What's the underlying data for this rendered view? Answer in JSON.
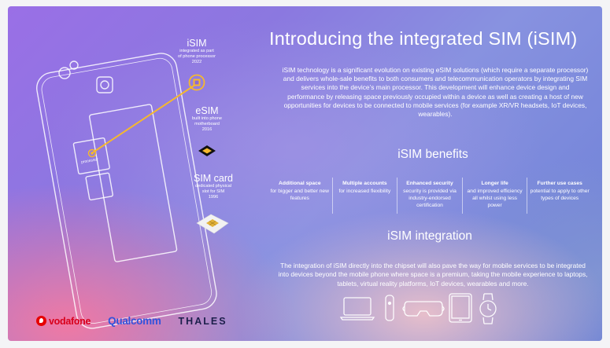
{
  "title": "Introducing the integrated SIM (iSIM)",
  "intro": "iSIM technology is a significant evolution on existing eSIM solutions (which require a separate processor) and delivers whole-sale benefits to both consumers and telecommunication operators by integrating SIM services into the device’s main processor. This development will enhance device design and performance by releasing space previously occupied within a device as well as creating a host of new opportunities for devices to be connected to mobile services (for example XR/VR headsets, IoT devices, wearables).",
  "phone": {
    "processor_label": "processor"
  },
  "sims": [
    {
      "name": "iSIM",
      "desc1": "integrated as part",
      "desc2": "of phone processor",
      "year": "2022",
      "icon": "chip-icon"
    },
    {
      "name": "eSIM",
      "desc1": "built into phone",
      "desc2": "motherboard",
      "year": "2016",
      "icon": "esim-chip-icon"
    },
    {
      "name": "SIM card",
      "desc1": "dedicated physical",
      "desc2": "slot for SIM",
      "year": "1996",
      "icon": "sim-card-icon"
    }
  ],
  "benefits_heading": "iSIM benefits",
  "benefits": [
    {
      "title": "Additional space",
      "text": "for bigger and better new features"
    },
    {
      "title": "Multiple accounts",
      "text": "for increased flexibility"
    },
    {
      "title": "Enhanced security",
      "text": "security is provided via industry-endorsed certification"
    },
    {
      "title": "Longer life",
      "text": "and improved efficiency all whilst using less power"
    },
    {
      "title": "Further use cases",
      "text": "potential to apply to other types of devices"
    }
  ],
  "integration_heading": "iSIM integration",
  "integration_text": "The integration of iSIM directly into the chipset will also pave the way for mobile services to be integrated into devices beyond the mobile phone where space is a premium, taking the mobile experience to laptops, tablets, virtual reality platforms, IoT devices, wearables and more.",
  "device_icons": [
    "laptop-icon",
    "tracker-icon",
    "vr-headset-icon",
    "tablet-icon",
    "smartwatch-icon"
  ],
  "logos": {
    "vodafone": "vodafone",
    "qualcomm": "Qualcomm",
    "thales": "THALES"
  },
  "colors": {
    "accent": "#f5b82e",
    "vodafone_red": "#e60000",
    "qualcomm_blue": "#3253dc",
    "thales_navy": "#1c1f4b"
  }
}
